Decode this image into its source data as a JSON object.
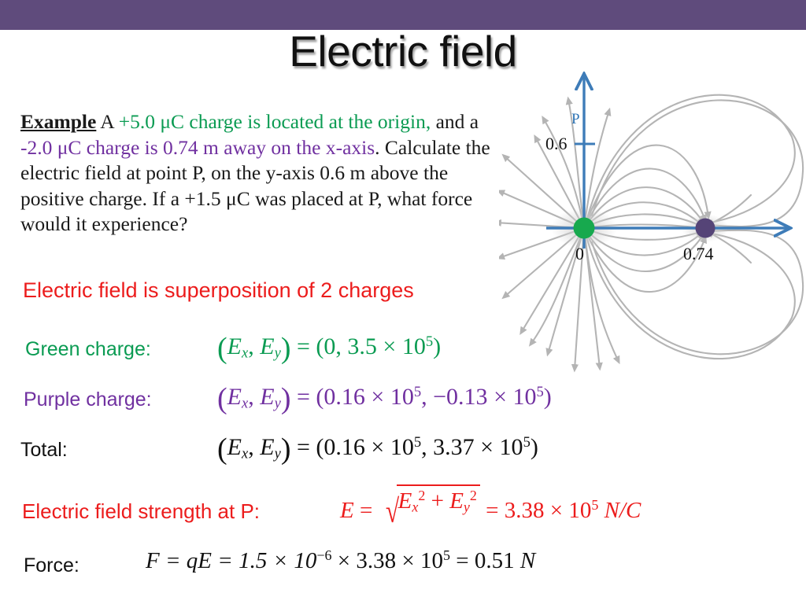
{
  "slide": {
    "title": "Electric field",
    "band_color": "#5f4b7c"
  },
  "example": {
    "lead": "Example",
    "part1": "  A ",
    "green1": "+5.0 μC charge is located at the origin,",
    "part2": "and a ",
    "purple1": "-2.0 μC charge is 0.74 m away on the x-axis",
    "part3": ". Calculate the electric field at point P, on the y-axis 0.6 m above the positive charge. If a +1.5 μC was placed at P, what force would it experience?"
  },
  "superposition": {
    "text": "Electric field is superposition of 2 charges",
    "color": "#ec1c1c"
  },
  "rows": {
    "green": {
      "label": "Green charge:",
      "color": "#0a9b52",
      "lhs": "(Ex, Ey) =",
      "rhs_open": "(0, 3.5 × 10",
      "exp": "5",
      "rhs_close": ")"
    },
    "purple": {
      "label": "Purple charge:",
      "color": "#7030a0",
      "lhs": "(Ex, Ey) =",
      "v1_num": "0.16",
      "v1_exp": "5",
      "v2_num": "−0.13",
      "v2_exp": "5"
    },
    "total": {
      "label": "Total:",
      "color": "#111111",
      "lhs": "(Ex, Ey) =",
      "v1_num": "0.16",
      "v1_exp": "5",
      "v2_num": "3.37",
      "v2_exp": "5"
    },
    "strength": {
      "label": "Electric field strength at P:",
      "color": "#ec1c1c",
      "lhs": "E =",
      "radicand_x": "Ex",
      "radicand_x_exp": "2",
      "plus": "+",
      "radicand_y": "Ey",
      "radicand_y_exp": "2",
      "result": "= 3.38 × 10",
      "result_exp": "5",
      "units": "N/C"
    },
    "force": {
      "label": "Force:",
      "color": "#111111",
      "expr_a": "F = qE = 1.5 × 10",
      "exp_a": "−6",
      "expr_b": " × 3.38 × 10",
      "exp_b": "5",
      "expr_c": " = 0.51 ",
      "units": "N"
    }
  },
  "diagram": {
    "y_axis_label": "P",
    "y_tick_label": "0.6",
    "origin_label": "0",
    "x_tick_label": "0.74",
    "positive_charge_color": "#17a94e",
    "negative_charge_color": "#554477",
    "axis_color": "#3e7cb8",
    "field_line_color": "#b4b4b4"
  }
}
